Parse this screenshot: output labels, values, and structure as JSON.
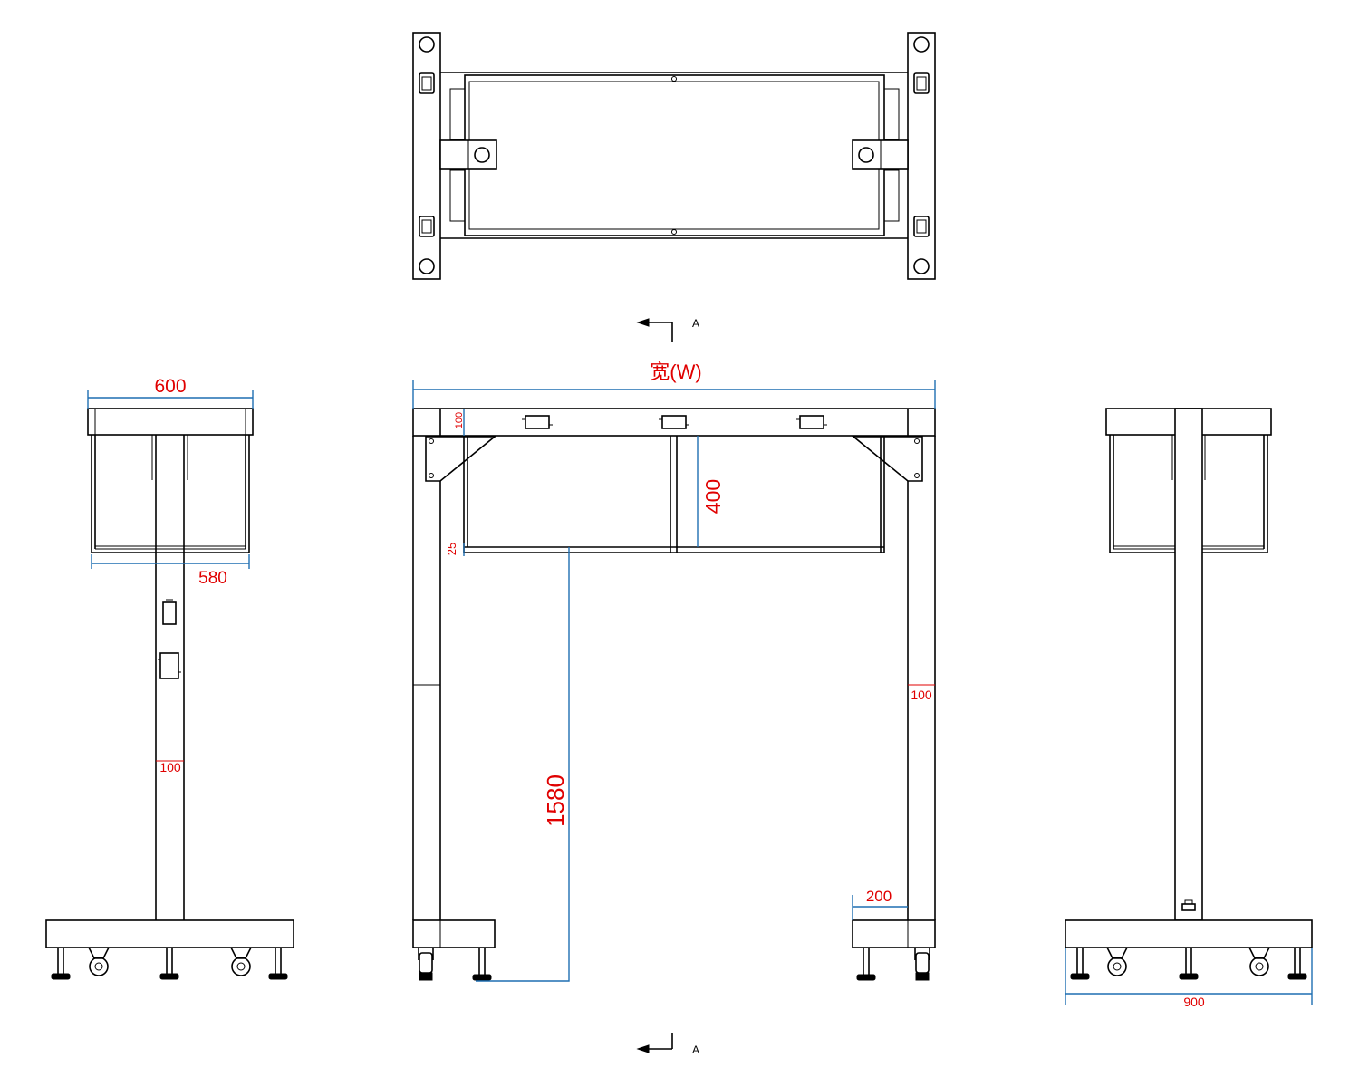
{
  "colors": {
    "outline": "#000000",
    "dimension_line": "#1f6fb2",
    "dimension_text": "#e00000",
    "background": "#ffffff"
  },
  "section": {
    "top_marker": "A",
    "bottom_marker": "A"
  },
  "dimensions": {
    "width": "宽(W)",
    "side_top_width": "600",
    "side_inner_width": "580",
    "side_post": "100",
    "front_beam": "100",
    "front_drop": "400",
    "front_shelf": "25",
    "front_height": "1580",
    "front_leg": "100",
    "front_base": "200",
    "right_base": "900"
  }
}
